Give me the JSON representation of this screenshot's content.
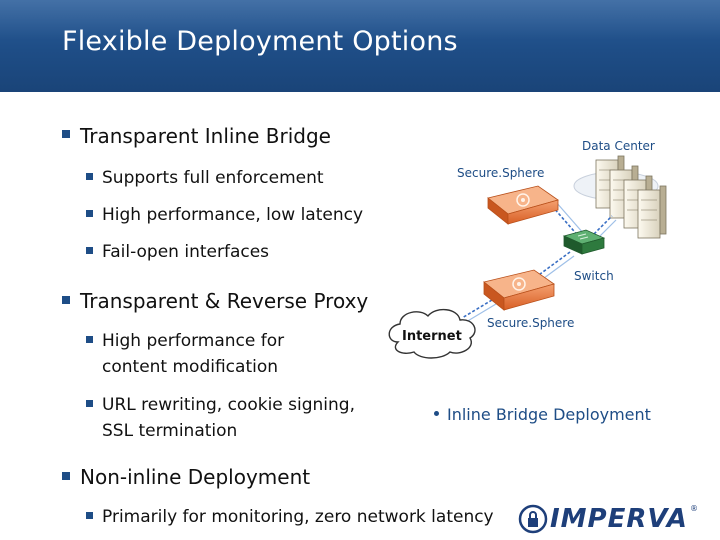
{
  "slide": {
    "title": "Flexible Deployment Options"
  },
  "bullets": {
    "section1": {
      "heading": "Transparent Inline Bridge",
      "items": [
        "Supports full enforcement",
        "High performance, low latency",
        "Fail-open interfaces"
      ]
    },
    "section2": {
      "heading": "Transparent & Reverse Proxy",
      "items": [
        {
          "line1": "High performance for",
          "line2": "content modification"
        },
        {
          "line1": "URL rewriting, cookie signing,",
          "line2": "SSL termination"
        }
      ]
    },
    "section3": {
      "heading": "Non-inline Deployment",
      "items": [
        "Primarily for monitoring, zero network latency"
      ]
    }
  },
  "diagram": {
    "data_center_label": "Data Center",
    "securesphere_top_label": "Secure.Sphere",
    "securesphere_bottom_label": "Secure.Sphere",
    "switch_label": "Switch",
    "internet_label": "Internet",
    "caption": "Inline Bridge Deployment"
  },
  "logo": {
    "text": "IMPERVA",
    "registered": "®"
  },
  "colors": {
    "header_blue": "#1e4d86",
    "appliance_orange": "#e8743a",
    "switch_green": "#2e7a3e",
    "link_blue": "#3a6fc4"
  }
}
